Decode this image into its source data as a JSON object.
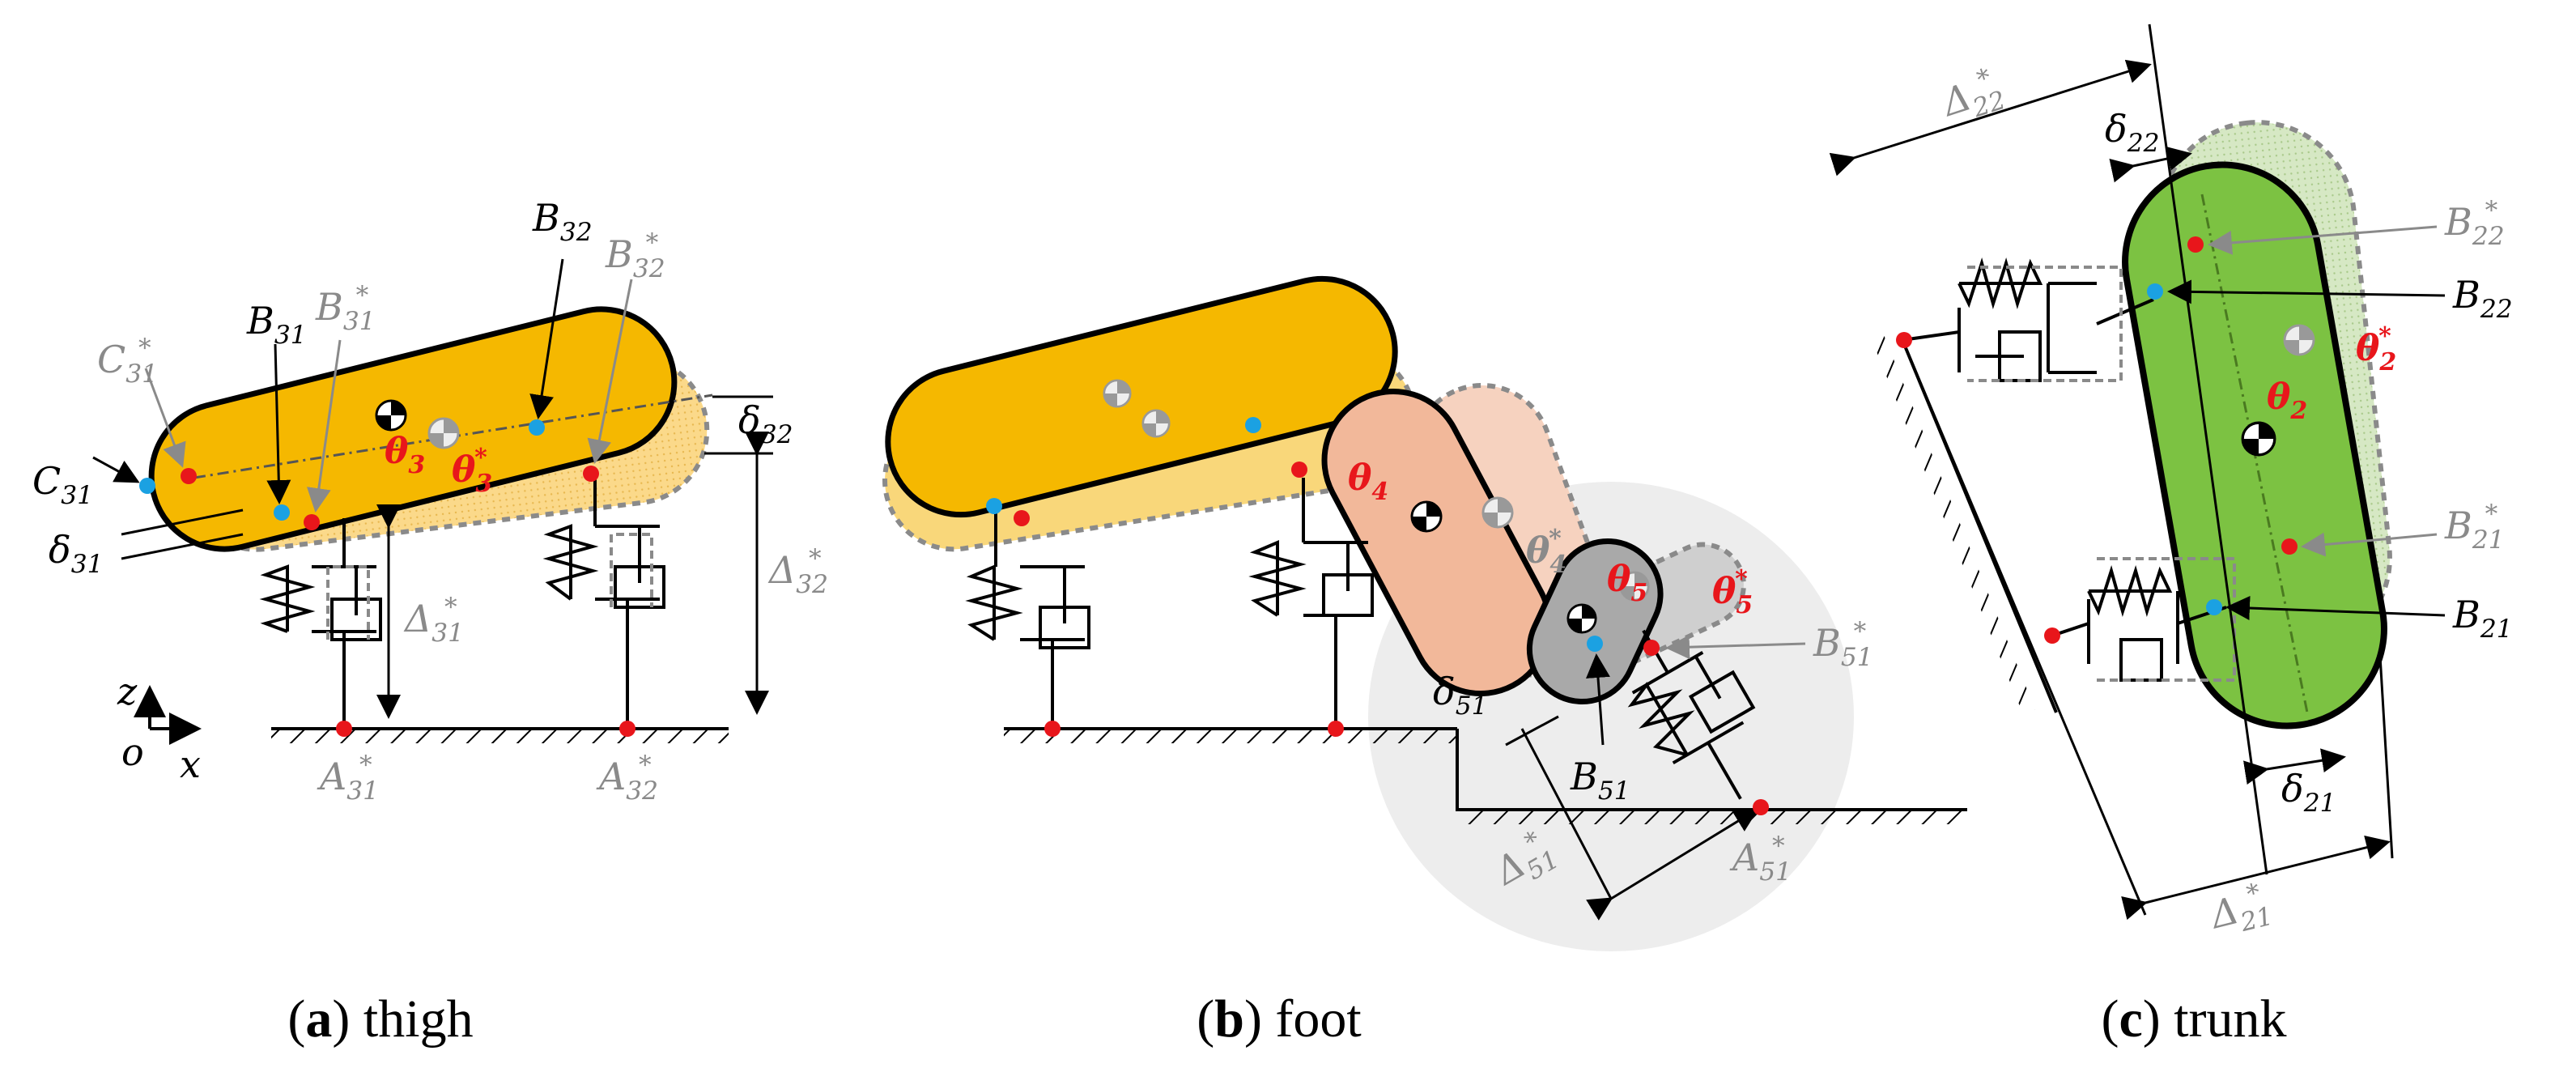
{
  "colors": {
    "thigh": "#f5b800",
    "thigh_ghost": "#f9d77a",
    "shank": "#f2b89a",
    "shank_ghost": "#f6d2bf",
    "foot": "#a9a9a9",
    "foot_ghost": "#cfcfcf",
    "trunk": "#7cc242",
    "trunk_ghost": "#c8e0b0",
    "red_point": "#e8161b",
    "blue_point": "#1ba1e2",
    "dashed_grey": "#8a8a8a",
    "angle_red": "#e8161b"
  },
  "icons": [
    "center-of-mass-icon",
    "ground-hatch-icon",
    "spring-damper-icon"
  ],
  "panel_a": {
    "caption_letter": "a",
    "caption_text": "thigh",
    "labels": {
      "C31": "C",
      "C31_sub": "31",
      "C31s": "C",
      "C31s_sub": "31",
      "C31s_sup": "*",
      "B31": "B",
      "B31_sub": "31",
      "B31s": "B",
      "B31s_sub": "31",
      "B31s_sup": "*",
      "B32": "B",
      "B32_sub": "32",
      "B32s": "B",
      "B32s_sub": "32",
      "B32s_sup": "*",
      "theta3": "θ",
      "theta3_sub": "3",
      "theta3s": "θ",
      "theta3s_sub": "3",
      "theta3s_sup": "*",
      "delta31": "δ",
      "delta31_sub": "31",
      "delta32": "δ",
      "delta32_sub": "32",
      "Delta31s": "Δ",
      "Delta31s_sub": "31",
      "Delta31s_sup": "*",
      "Delta32s": "Δ",
      "Delta32s_sub": "32",
      "Delta32s_sup": "*",
      "A31s": "A",
      "A31s_sub": "31",
      "A31s_sup": "*",
      "A32s": "A",
      "A32s_sub": "32",
      "A32s_sup": "*",
      "axis_z": "z",
      "axis_x": "x",
      "axis_o": "o"
    }
  },
  "panel_b": {
    "caption_letter": "b",
    "caption_text": "foot",
    "labels": {
      "theta4": "θ",
      "theta4_sub": "4",
      "theta4s": "θ",
      "theta4s_sub": "4",
      "theta4s_sup": "*",
      "theta5": "θ",
      "theta5_sub": "5",
      "theta5s": "θ",
      "theta5s_sub": "5",
      "theta5s_sup": "*",
      "delta51": "δ",
      "delta51_sub": "51",
      "B51": "B",
      "B51_sub": "51",
      "B51s": "B",
      "B51s_sub": "51",
      "B51s_sup": "*",
      "Delta51s": "Δ",
      "Delta51s_sub": "51",
      "Delta51s_sup": "*",
      "A51s": "A",
      "A51s_sub": "51",
      "A51s_sup": "*"
    }
  },
  "panel_c": {
    "caption_letter": "c",
    "caption_text": "trunk",
    "labels": {
      "Delta22s": "Δ",
      "Delta22s_sub": "22",
      "Delta22s_sup": "*",
      "delta22": "δ",
      "delta22_sub": "22",
      "B22s": "B",
      "B22s_sub": "22",
      "B22s_sup": "*",
      "B22": "B",
      "B22_sub": "22",
      "theta2s": "θ",
      "theta2s_sub": "2",
      "theta2s_sup": "*",
      "theta2": "θ",
      "theta2_sub": "2",
      "B21s": "B",
      "B21s_sub": "21",
      "B21s_sup": "*",
      "B21": "B",
      "B21_sub": "21",
      "delta21": "δ",
      "delta21_sub": "21",
      "Delta21s": "Δ",
      "Delta21s_sub": "21",
      "Delta21s_sup": "*"
    }
  }
}
